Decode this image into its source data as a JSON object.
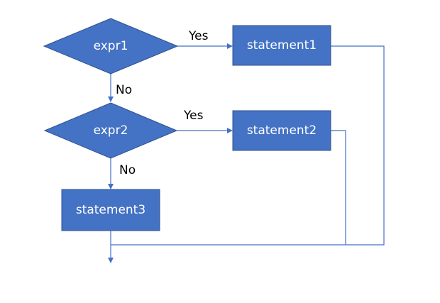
{
  "diagram": {
    "colors": {
      "node_fill": "#4472c4",
      "node_border": "#2f528f",
      "edge": "#4472c4",
      "node_text": "#ffffff",
      "label_text": "#000000"
    },
    "nodes": {
      "expr1": {
        "shape": "diamond",
        "label": "expr1"
      },
      "expr2": {
        "shape": "diamond",
        "label": "expr2"
      },
      "statement1": {
        "shape": "rectangle",
        "label": "statement1"
      },
      "statement2": {
        "shape": "rectangle",
        "label": "statement2"
      },
      "statement3": {
        "shape": "rectangle",
        "label": "statement3"
      }
    },
    "edges": {
      "expr1_yes": {
        "from": "expr1",
        "to": "statement1",
        "label": "Yes"
      },
      "expr1_no": {
        "from": "expr1",
        "to": "expr2",
        "label": "No"
      },
      "expr2_yes": {
        "from": "expr2",
        "to": "statement2",
        "label": "Yes"
      },
      "expr2_no": {
        "from": "expr2",
        "to": "statement3",
        "label": "No"
      },
      "statement1_merge": {
        "from": "statement1",
        "to": "exit",
        "label": ""
      },
      "statement2_merge": {
        "from": "statement2",
        "to": "exit",
        "label": ""
      },
      "statement3_exit": {
        "from": "statement3",
        "to": "exit",
        "label": ""
      }
    }
  }
}
